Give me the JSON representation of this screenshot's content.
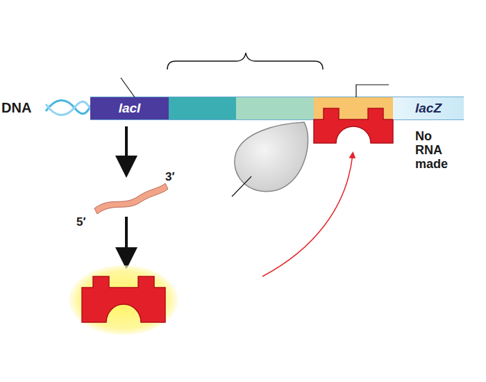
{
  "diagram": {
    "nodes": [
      {
        "text": [
          "lacI"
        ]
      },
      {
        "text": [
          "lacZ"
        ]
      }
    ],
    "labels": [
      "DNA",
      "No RNA made",
      "3′",
      "5′"
    ]
  }
}
